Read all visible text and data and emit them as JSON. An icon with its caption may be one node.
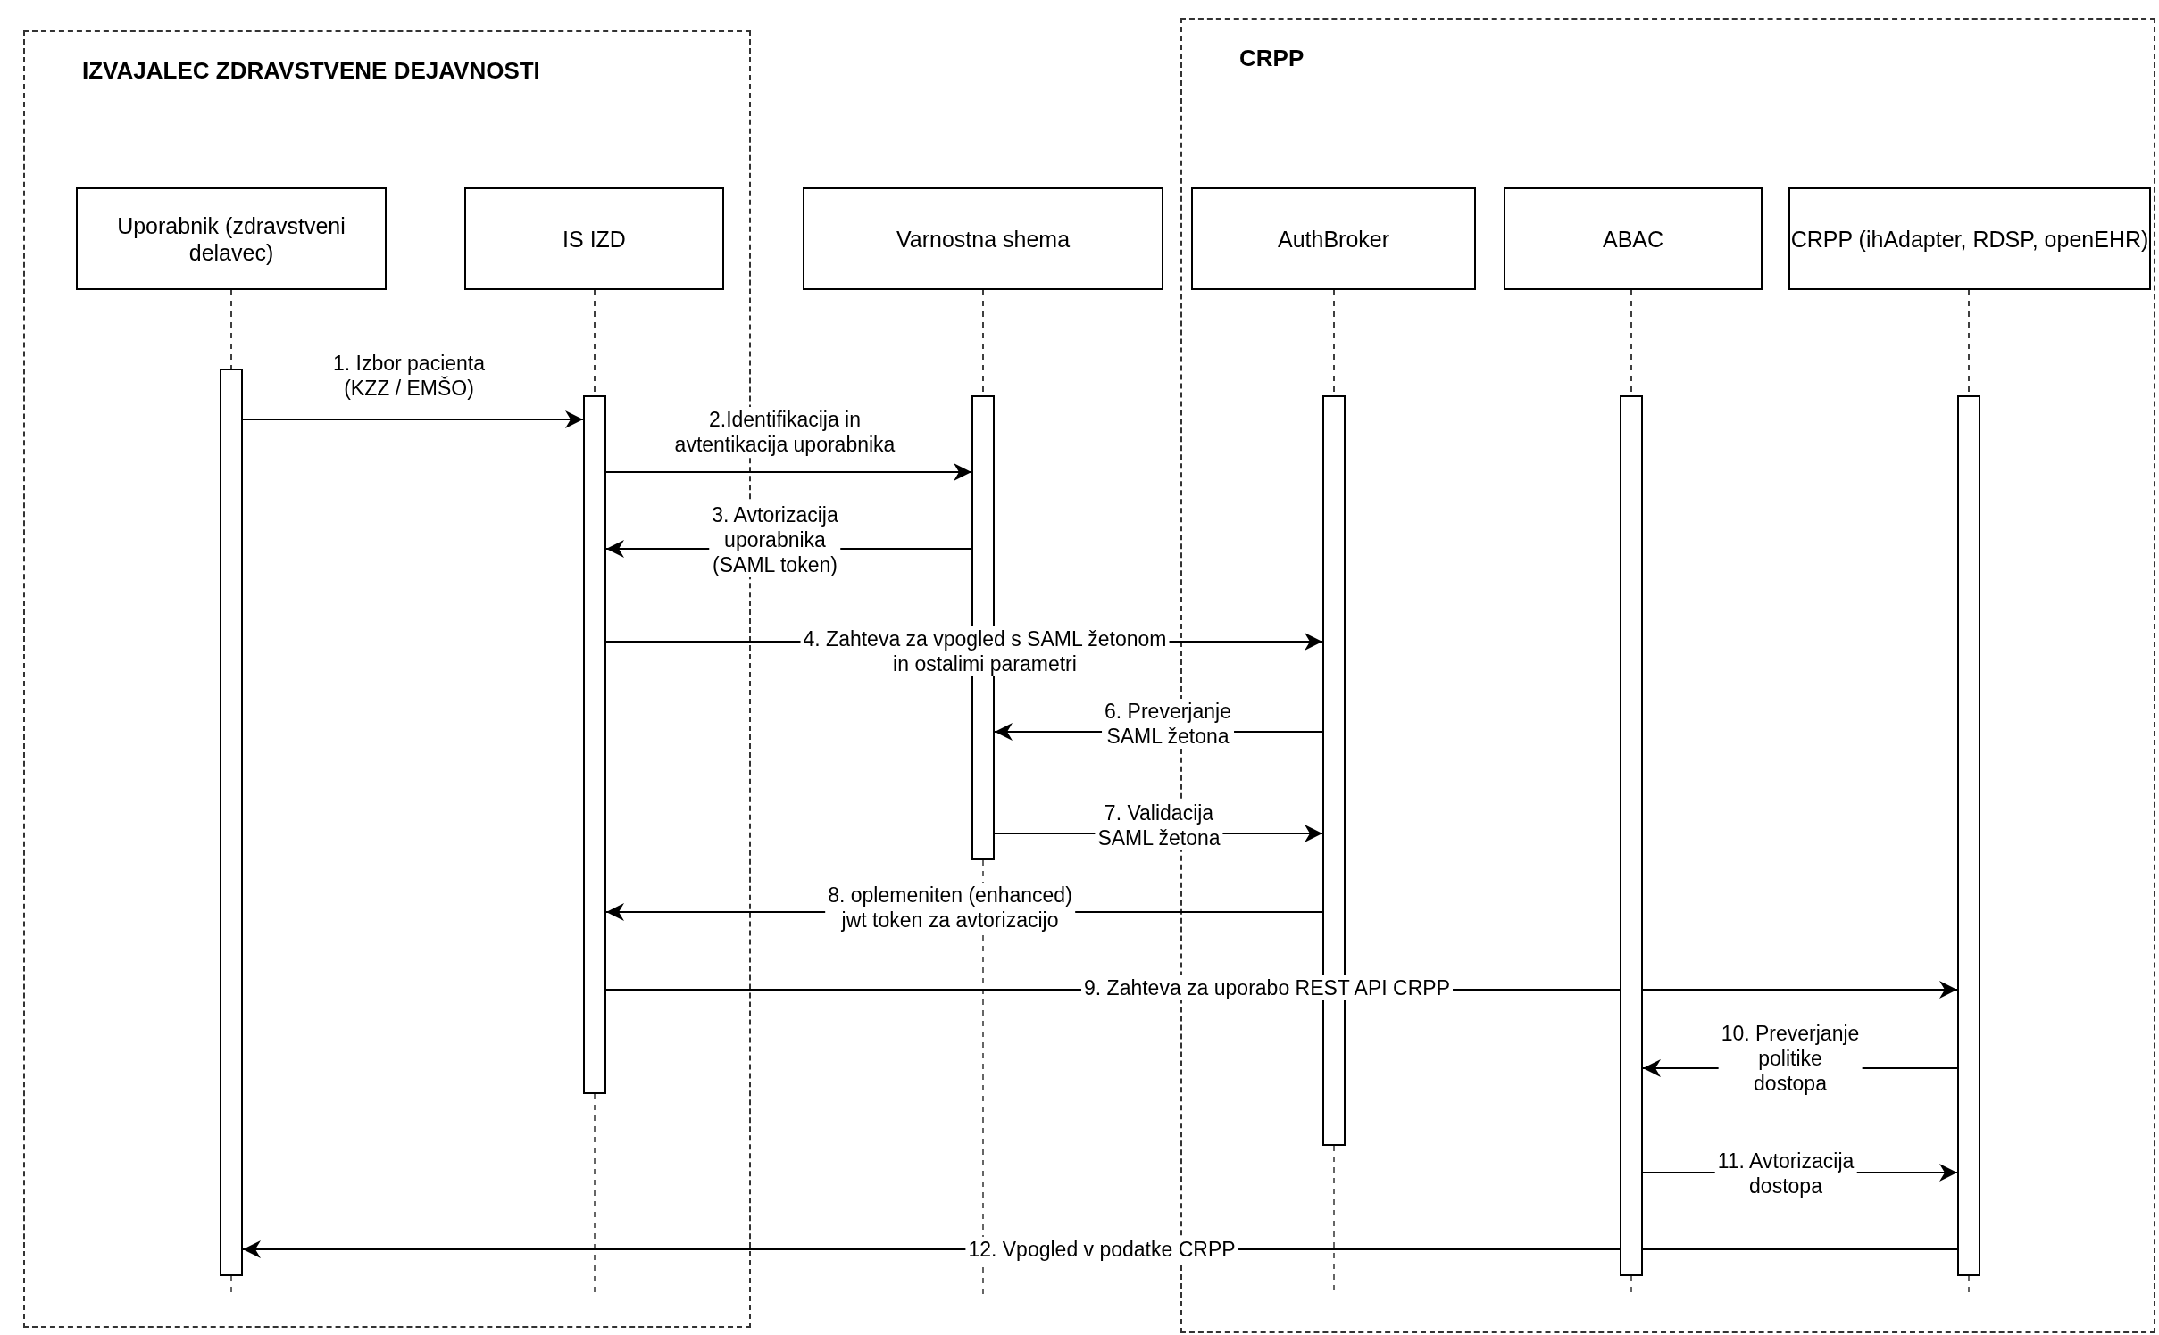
{
  "diagram": {
    "nodes": [
      {
        "text": [
          "IZVAJALEC ZDRAVSTVENE DEJAVNOSTI"
        ]
      },
      {
        "text": [
          "CRPP"
        ]
      },
      {
        "text": [
          "Uporabnik (zdravstveni delavec)"
        ],
        "in": 0
      },
      {
        "text": [
          "IS IZD"
        ],
        "in": 0
      },
      {
        "text": [
          "Varnostna shema"
        ]
      },
      {
        "text": [
          "AuthBroker"
        ],
        "in": 1
      },
      {
        "text": [
          "ABAC"
        ],
        "in": 1
      },
      {
        "text": [
          "CRPP (ihAdapter, RDSP, openEHR)"
        ],
        "in": 1
      },
      {
        "text": [],
        "shape": "bar",
        "in": 0
      },
      {
        "text": [],
        "shape": "bar",
        "in": 0
      },
      {
        "text": [],
        "shape": "bar"
      },
      {
        "text": [],
        "shape": "bar",
        "in": 1
      },
      {
        "text": [],
        "shape": "bar",
        "in": 1
      },
      {
        "text": [],
        "shape": "bar",
        "in": 1
      }
    ],
    "edges": [
      {
        "from": 8,
        "to": 9,
        "arrow": "to",
        "label": "1. Izbor pacienta (KZZ / EMŠO)"
      },
      {
        "from": 9,
        "to": 10,
        "arrow": "to",
        "label": "2.Identifikacija in avtentikacija uporabnika"
      },
      {
        "from": 10,
        "to": 9,
        "arrow": "to",
        "label": "3. Avtorizacija uporabnika (SAML token)"
      },
      {
        "from": 9,
        "to": 11,
        "arrow": "to",
        "label": "4. Zahteva za vpogled s SAML žetonom in ostalimi parametri"
      },
      {
        "from": 11,
        "to": 10,
        "arrow": "to",
        "label": "6. Preverjanje SAML žetona"
      },
      {
        "from": 10,
        "to": 11,
        "arrow": "to",
        "label": "7. Validacija SAML žetona"
      },
      {
        "from": 11,
        "to": 9,
        "arrow": "to",
        "label": "8. oplemeniten (enhanced) jwt token za avtorizacijo"
      },
      {
        "from": 9,
        "to": 13,
        "arrow": "to",
        "label": "9. Zahteva za uporabo REST API CRPP"
      },
      {
        "from": 13,
        "to": 12,
        "arrow": "to",
        "label": "10. Preverjanje politike dostopa"
      },
      {
        "from": 12,
        "to": 13,
        "arrow": "to",
        "label": "11. Avtorizacija dostopa"
      },
      {
        "from": 13,
        "to": 8,
        "arrow": "to",
        "label": "12. Vpogled v podatke CRPP"
      },
      {
        "from": 2,
        "to": 8,
        "arrow": "none",
        "style": "dashed"
      },
      {
        "from": 3,
        "to": 9,
        "arrow": "none",
        "style": "dashed"
      },
      {
        "from": 4,
        "to": 10,
        "arrow": "none",
        "style": "dashed"
      },
      {
        "from": 5,
        "to": 11,
        "arrow": "none",
        "style": "dashed"
      },
      {
        "from": 6,
        "to": 12,
        "arrow": "none",
        "style": "dashed"
      },
      {
        "from": 7,
        "to": 13,
        "arrow": "none",
        "style": "dashed"
      }
    ]
  }
}
